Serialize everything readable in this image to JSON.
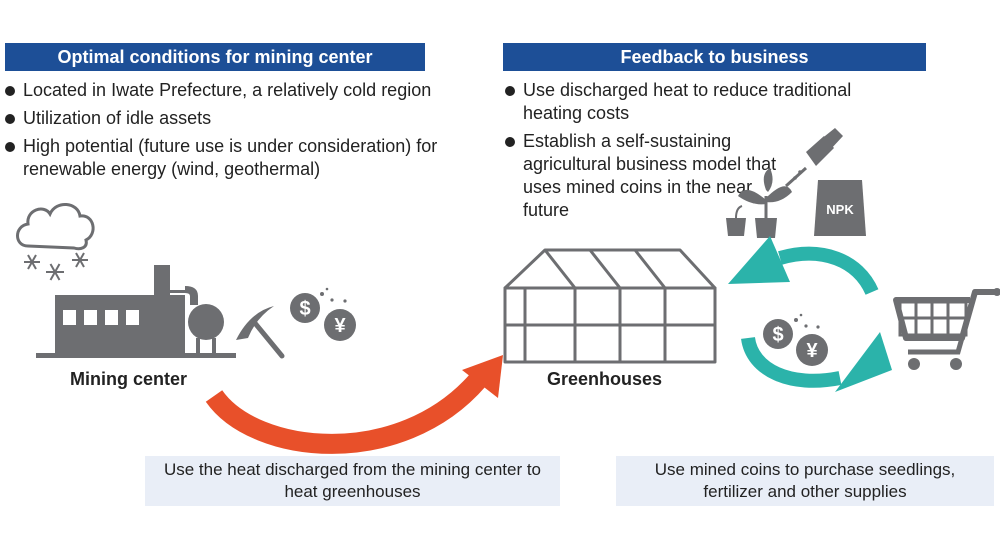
{
  "left_panel": {
    "header": "Optimal conditions for mining center",
    "bullets": [
      "Located in Iwate Prefecture, a relatively cold region",
      "Utilization of idle assets",
      "High potential (future use is under consideration) for renewable energy (wind, geothermal)"
    ]
  },
  "right_panel": {
    "header": "Feedback to business",
    "bullets": [
      "Use discharged heat to reduce traditional heating costs",
      "Establish a self-sustaining agricultural business model that uses mined coins in the near future"
    ]
  },
  "nodes": {
    "mining_center": "Mining center",
    "greenhouses": "Greenhouses"
  },
  "captions": {
    "heat": "Use the heat discharged from the mining center to heat greenhouses",
    "coins": "Use mined coins to purchase seedlings, fertilizer and other supplies"
  },
  "icons": {
    "dollar": "$",
    "yen": "¥",
    "fertilizer": "NPK"
  },
  "colors": {
    "header_bg": "#1d4f97",
    "arrow_red": "#e8502a",
    "cycle_teal": "#2bb3aa",
    "icon_gray": "#6d6e71",
    "caption_bg": "#e9eef7"
  }
}
